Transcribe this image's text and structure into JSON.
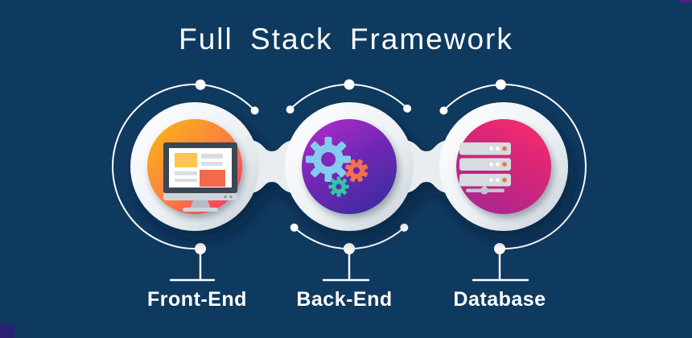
{
  "title": "Full Stack Framework",
  "background_color": "#0F3A5F",
  "text_color": "#FFFFFF",
  "decor": {
    "connector_color": "#FFFFFF",
    "ring_colors": [
      "#FFFFFF",
      "#D9E0E6"
    ],
    "top_right_square": {
      "color": "#5B1C86"
    },
    "bottom_left_square": {
      "color": "#2B2173"
    }
  },
  "nodes": [
    {
      "label": "Front-End",
      "icon": "monitor-icon",
      "gradient": [
        "#FBBA12",
        "#F97C44",
        "#F8256D"
      ],
      "icon_colors": {
        "frame": "#3A4754",
        "screen": "#FFFFFF",
        "block_yellow": "#FCC550",
        "block_red": "#F2694E",
        "text_lines": "#D9DEE2",
        "stand": "#B3BCC3",
        "bezel": "#CDD5DA"
      }
    },
    {
      "label": "Back-End",
      "icon": "gears-icon",
      "gradient": [
        "#AC2BC9",
        "#6F28B4",
        "#3E2B9F"
      ],
      "icon_colors": {
        "gear_large": "#84CBF0",
        "gear_small_orange": "#F3714E",
        "gear_small_teal": "#32C6A6"
      }
    },
    {
      "label": "Database",
      "icon": "server-icon",
      "gradient": [
        "#F62A6C",
        "#C9267E",
        "#A9258F"
      ],
      "icon_colors": {
        "server_bar": "#D7DCE0",
        "dot_white": "#FFFFFF",
        "dot_orange": "#EB714B",
        "stand": "#BFC8CE"
      }
    }
  ]
}
